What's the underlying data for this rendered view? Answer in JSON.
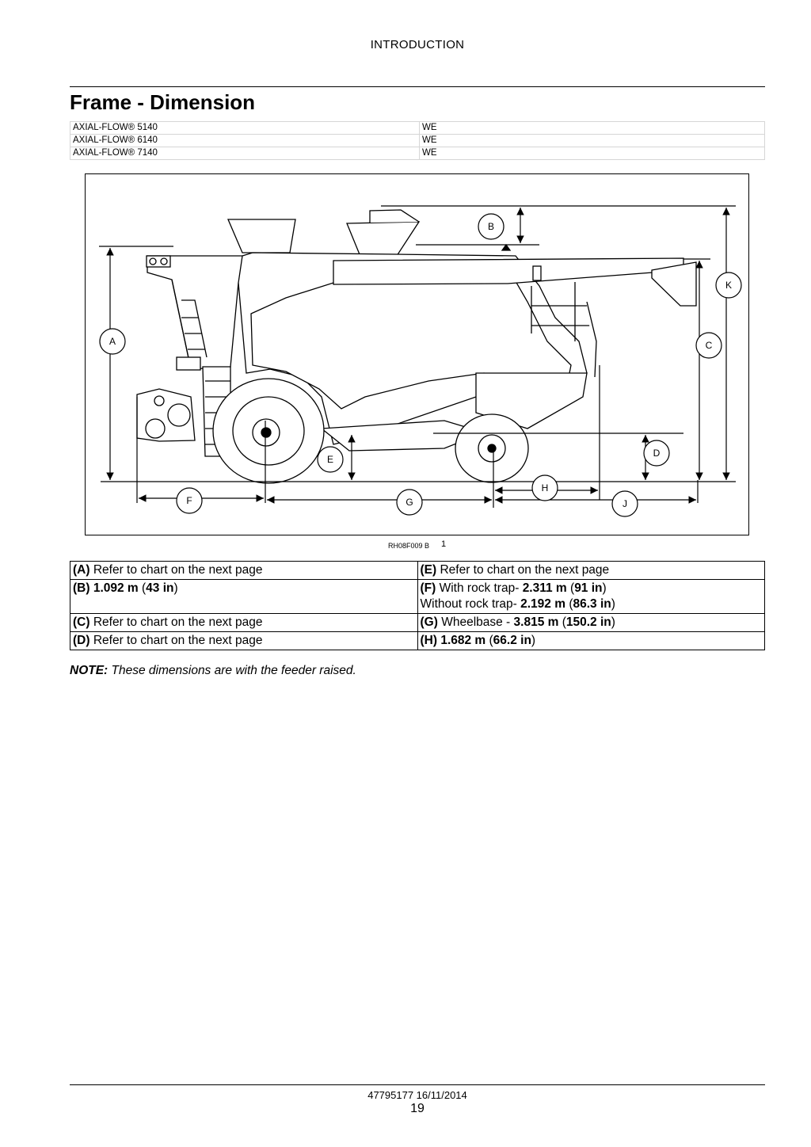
{
  "header": {
    "section": "INTRODUCTION"
  },
  "page_title": "Frame - Dimension",
  "models": [
    {
      "name": "AXIAL-FLOW® 5140",
      "market": "WE"
    },
    {
      "name": "AXIAL-FLOW® 6140",
      "market": "WE"
    },
    {
      "name": "AXIAL-FLOW® 7140",
      "market": "WE"
    }
  ],
  "figure": {
    "labels": {
      "a": "A",
      "b": "B",
      "c": "C",
      "d": "D",
      "e": "E",
      "f": "F",
      "g": "G",
      "h": "H",
      "j": "J",
      "k": "K"
    },
    "reference": "RH08F009 B",
    "number": "1"
  },
  "dimensions": {
    "a": {
      "key": "(A)",
      "text": " Refer to chart on the next page"
    },
    "b": {
      "key": "(B) 1.092 m",
      "p1": " (",
      "v1": "43 in",
      "p2": ")"
    },
    "c": {
      "key": "(C)",
      "text": " Refer to chart on the next page"
    },
    "d": {
      "key": "(D)",
      "text": " Refer to chart on the next page"
    },
    "e": {
      "key": "(E)",
      "text": " Refer to chart on the next page"
    },
    "f": {
      "key": "(F)",
      "line1_text": " With rock trap- ",
      "line1_metric": "2.311 m",
      "line1_p1": " (",
      "line1_imperial": "91 in",
      "line1_p2": ")",
      "line2_text": "Without rock trap- ",
      "line2_metric": "2.192 m",
      "line2_p1": " (",
      "line2_imperial": "86.3 in",
      "line2_p2": ")"
    },
    "g": {
      "key": "(G)",
      "text": " Wheelbase - ",
      "metric": "3.815 m",
      "p1": " (",
      "imperial": "150.2 in",
      "p2": ")"
    },
    "h": {
      "key": "(H) 1.682 m",
      "p1": " (",
      "v1": "66.2 in",
      "p2": ")"
    }
  },
  "note": {
    "label": "NOTE:",
    "text": " These dimensions are with the feeder raised."
  },
  "footer": {
    "doc_ref": "47795177 16/11/2014",
    "page_number": "19"
  }
}
